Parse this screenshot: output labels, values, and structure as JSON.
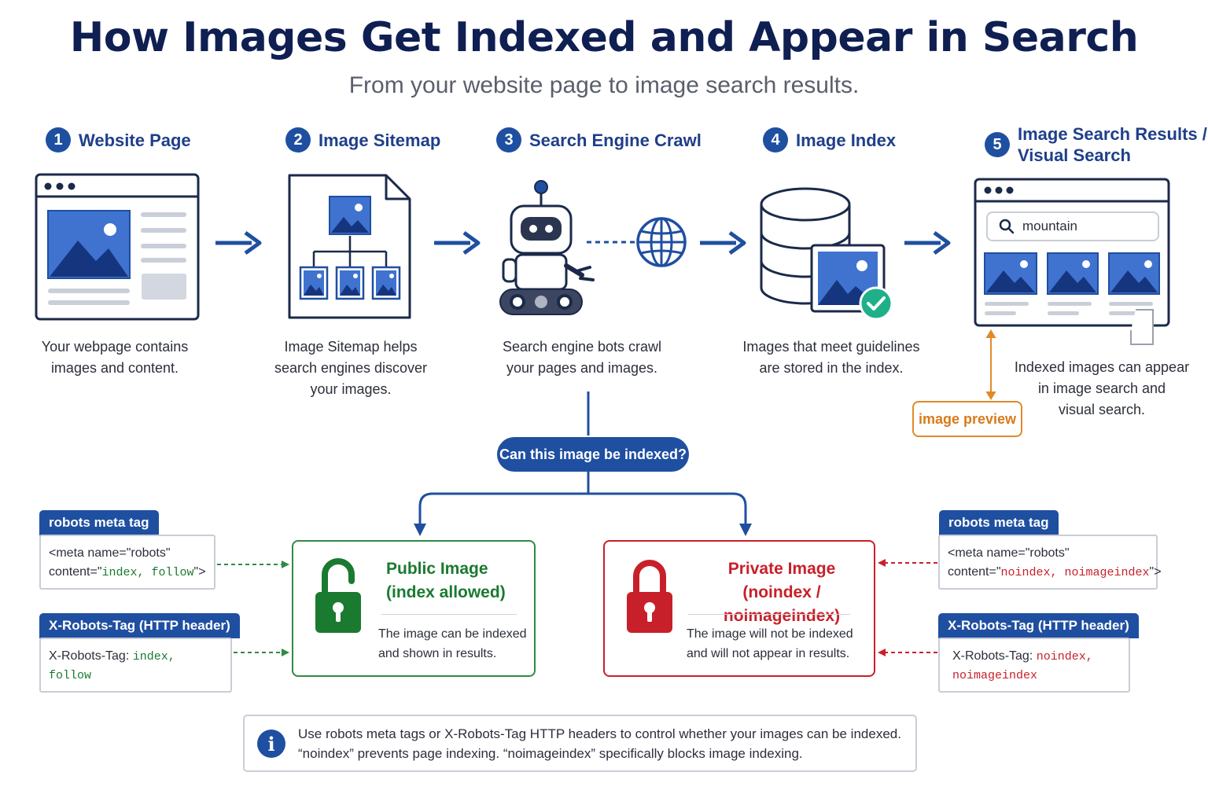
{
  "header": {
    "title": "How Images Get Indexed and Appear in Search",
    "subtitle": "From your website page to image search results."
  },
  "steps": [
    {
      "num": "1",
      "label": "Website Page",
      "desc_lines": [
        "Your webpage contains",
        "images and content."
      ]
    },
    {
      "num": "2",
      "label": "Image Sitemap",
      "desc_lines": [
        "Image Sitemap helps",
        "search engines discover",
        "your images."
      ]
    },
    {
      "num": "3",
      "label": "Search Engine Crawl",
      "desc_lines": [
        "Search engine bots crawl",
        "your pages and images."
      ]
    },
    {
      "num": "4",
      "label": "Image Index",
      "desc_lines": [
        "Images that meet guidelines",
        "are stored in the index."
      ]
    },
    {
      "num": "5",
      "label_lines": [
        "Image Search Results /",
        "Visual Search"
      ],
      "desc_lines": [
        "Indexed images can appear",
        "in image search and",
        "visual search."
      ]
    }
  ],
  "search_box": {
    "query": "mountain"
  },
  "image_preview_label": "image preview",
  "decision": "Can this image be indexed?",
  "left_tags": {
    "meta_tab": "robots meta tag",
    "meta_line1": "<meta name=\"robots\"",
    "meta_line2_prefix": "content=\"",
    "meta_line2_value": "index, follow",
    "meta_line2_suffix": "\">",
    "header_tab": "X-Robots-Tag (HTTP header)",
    "header_key": "X-Robots-Tag: ",
    "header_value1": "index,",
    "header_value2": "follow"
  },
  "right_tags": {
    "meta_tab": "robots meta tag",
    "meta_line1": "<meta name=\"robots\"",
    "meta_line2_prefix": "content=\"",
    "meta_line2_value": "noindex, noimageindex",
    "meta_line2_suffix": "\">",
    "header_tab": "X-Robots-Tag (HTTP header)",
    "header_key": "X-Robots-Tag: ",
    "header_value1": "noindex,",
    "header_value2": "noimageindex"
  },
  "public_result": {
    "title_line1": "Public Image",
    "title_line2": "(index allowed)",
    "desc_line1": "The image can be indexed",
    "desc_line2": "and shown in results."
  },
  "private_result": {
    "title_line1": "Private Image",
    "title_line2": "(noindex / noimageindex)",
    "desc_line1": "The image will not be indexed",
    "desc_line2": "and will not appear in results."
  },
  "info": {
    "line1": "Use robots meta tags or X-Robots-Tag HTTP headers to control whether your images can be indexed.",
    "line2": "“noindex” prevents page indexing. “noimageindex” specifically blocks image indexing."
  },
  "colors": {
    "navy": "#0f1f52",
    "primary_blue": "#1f4fa0",
    "public_green": "#2f8a45",
    "private_red": "#c8202a",
    "preview_orange": "#e08a2a",
    "check_teal": "#1fb08a"
  }
}
